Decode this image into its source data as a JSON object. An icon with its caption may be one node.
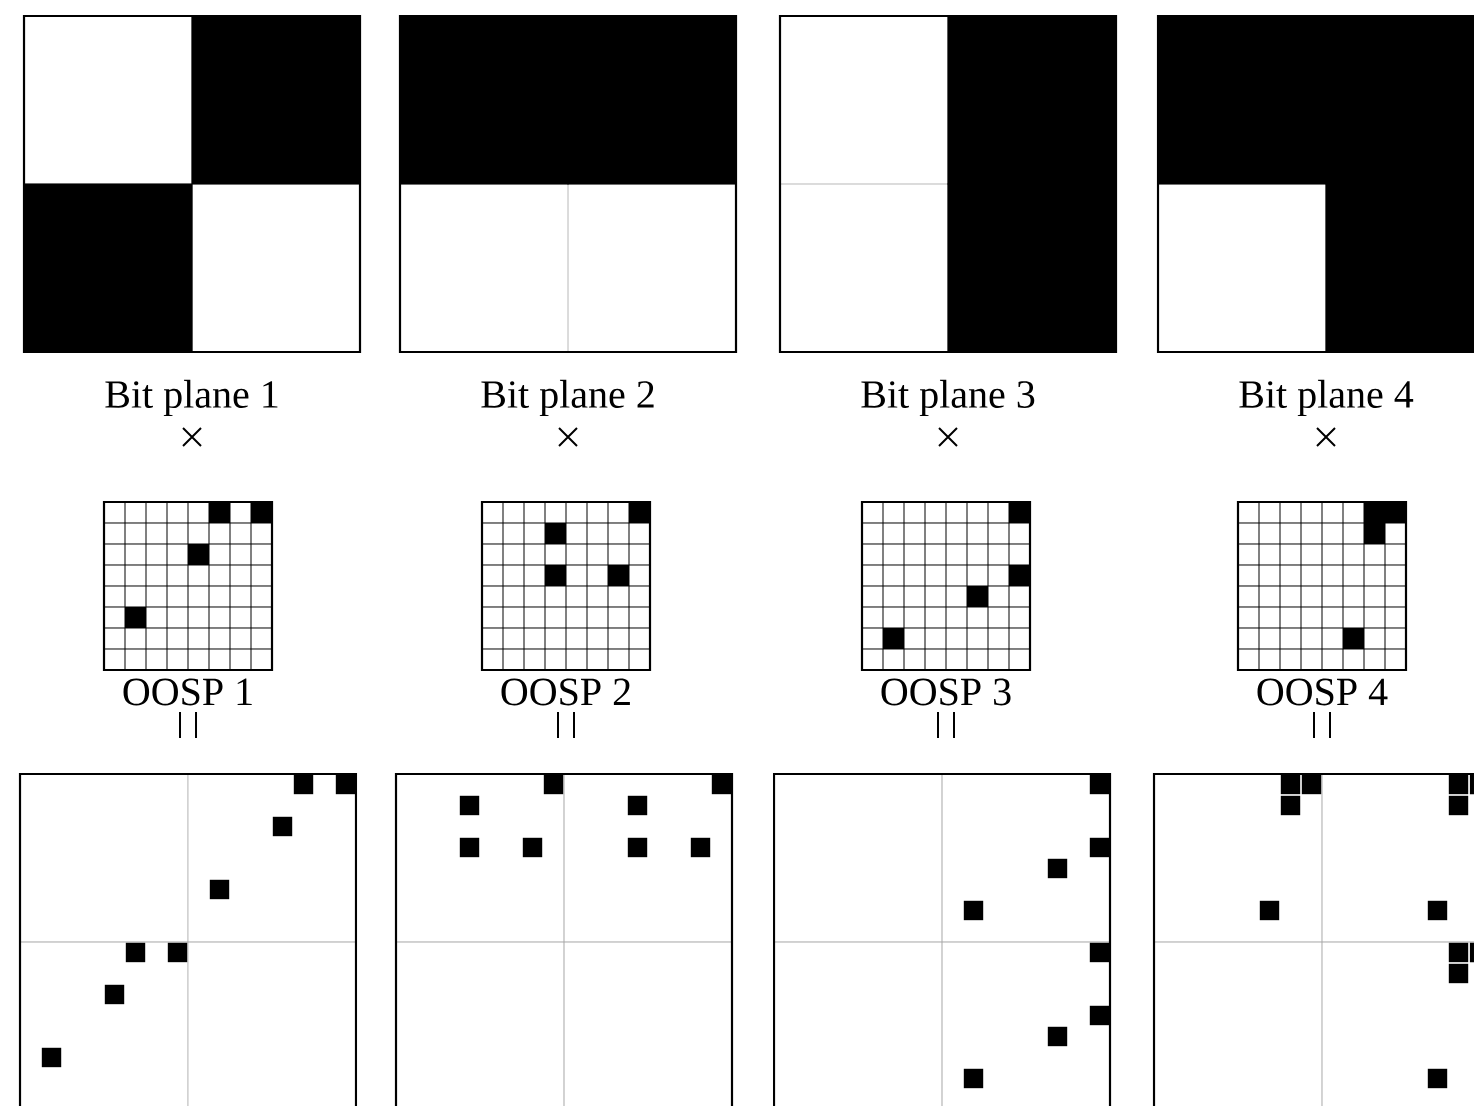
{
  "diagram": {
    "labels": [
      "Bit plane 1",
      "Bit plane 2",
      "Bit plane 3",
      "Bit plane 4",
      "OOSP 1",
      "OOSP 2",
      "OOSP 3",
      "OOSP 4"
    ]
  }
}
